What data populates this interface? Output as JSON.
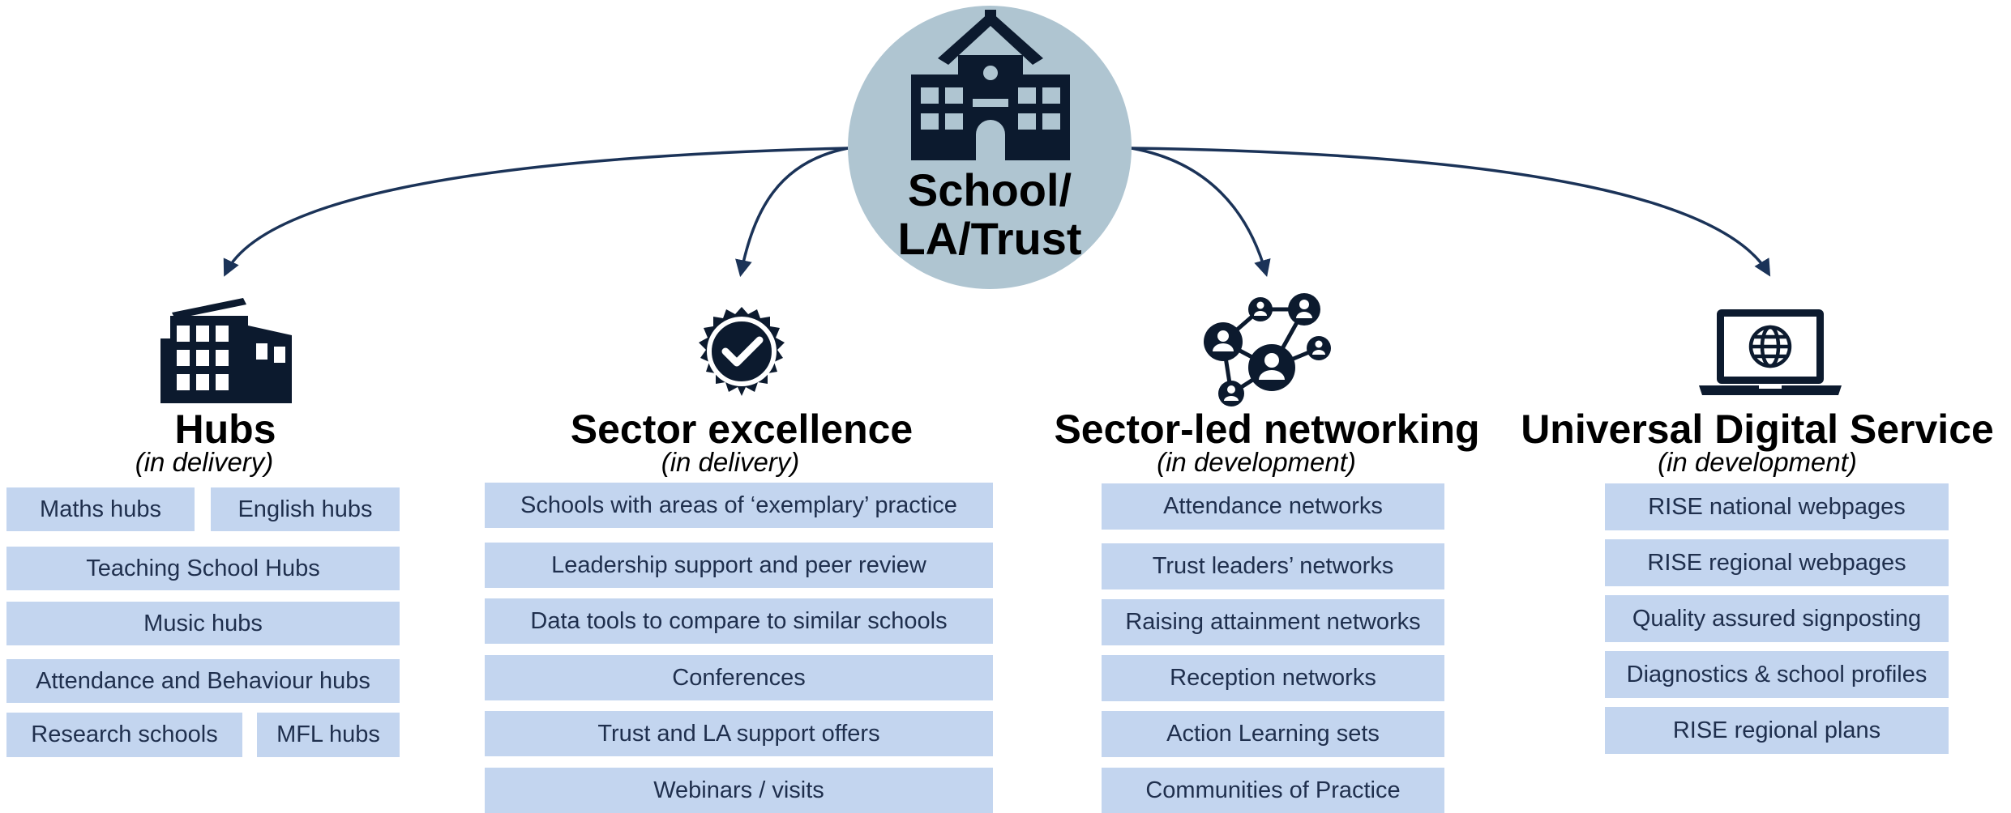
{
  "center": {
    "title_line1": "School/",
    "title_line2": "LA/Trust",
    "icon": "school-building-icon"
  },
  "columns": [
    {
      "title": "Hubs",
      "status": "(in delivery)",
      "icon": "hub-building-icon",
      "items": [
        "Maths hubs",
        "English hubs",
        "Teaching School Hubs",
        "Music hubs",
        "Attendance and Behaviour hubs",
        "Research schools",
        "MFL hubs"
      ]
    },
    {
      "title": "Sector excellence",
      "status": "(in delivery)",
      "icon": "certified-badge-icon",
      "items": [
        "Schools with areas of ‘exemplary’ practice",
        "Leadership support and peer review",
        "Data tools to compare to similar schools",
        "Conferences",
        "Trust and LA support offers",
        "Webinars / visits"
      ]
    },
    {
      "title": "Sector-led networking",
      "status": "(in development)",
      "icon": "people-network-icon",
      "items": [
        "Attendance networks",
        "Trust leaders’ networks",
        "Raising attainment networks",
        "Reception networks",
        "Action Learning sets",
        "Communities of Practice"
      ]
    },
    {
      "title": "Universal Digital Service",
      "status": "(in development)",
      "icon": "laptop-globe-icon",
      "items": [
        "RISE national webpages",
        "RISE regional webpages",
        "Quality assured signposting",
        "Diagnostics & school profiles",
        "RISE regional plans"
      ]
    }
  ],
  "colors": {
    "navy": "#0c1a2e",
    "arrow": "#1b3358",
    "circle": "#afc5d1",
    "box_fill": "#c3d5ef",
    "box_text": "#1f2f4d"
  }
}
